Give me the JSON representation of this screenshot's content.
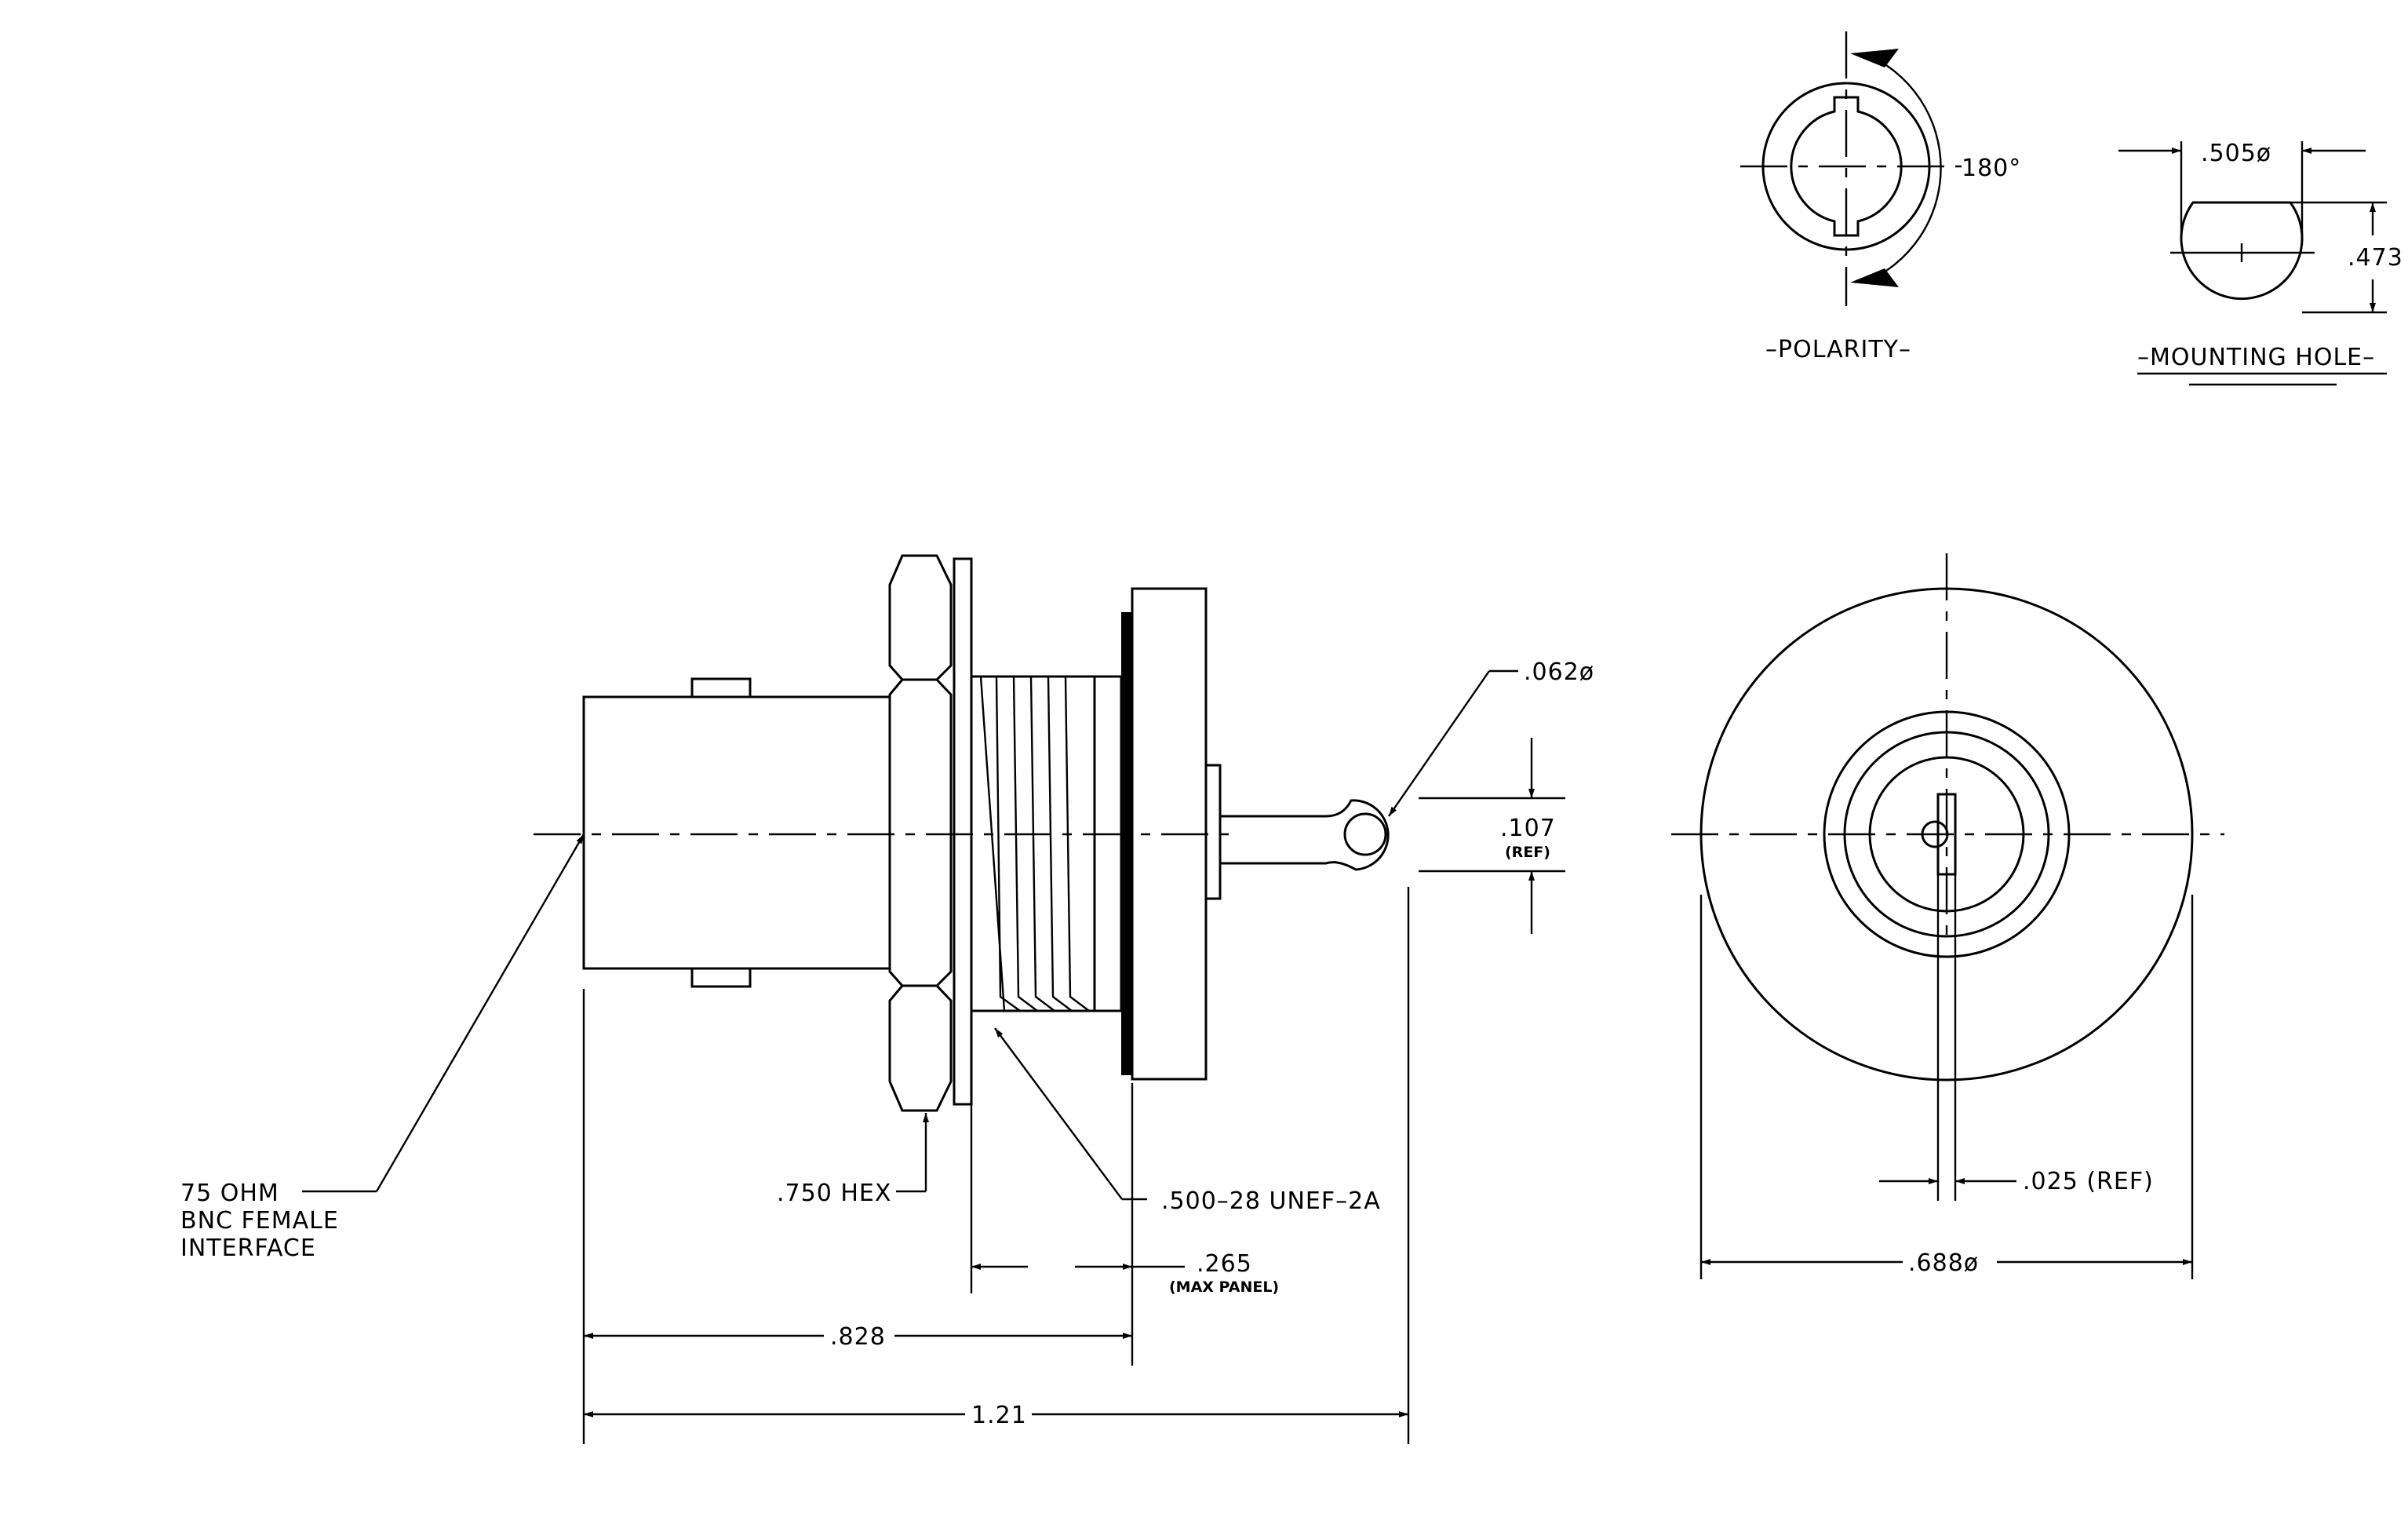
{
  "labels": {
    "polarity": "–POLARITY–",
    "mounting_hole": "–MOUNTING HOLE–",
    "angle_180": "180°",
    "dia_505": ".505ø",
    "dim_473": ".473",
    "dia_062": ".062ø",
    "dim_107": ".107",
    "ref_107": "(REF)",
    "interface_line1": "75 OHM",
    "interface_line2": "BNC FEMALE",
    "interface_line3": "INTERFACE",
    "hex": ".750 HEX",
    "thread": ".500–28 UNEF–2A",
    "dim_265": ".265",
    "max_panel": "(MAX PANEL)",
    "dim_828": ".828",
    "dim_121": "1.21",
    "dim_025": ".025 (REF)",
    "dia_688": ".688ø"
  }
}
